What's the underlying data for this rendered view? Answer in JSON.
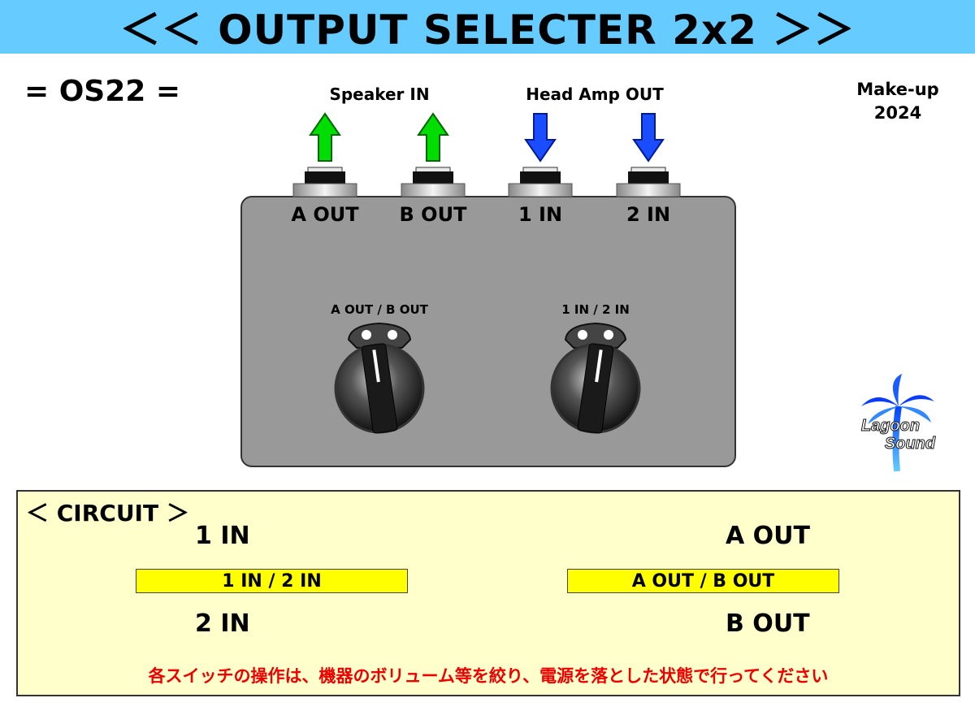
{
  "header": {
    "title": "＜＜ OUTPUT SELECTER 2x2 ＞＞"
  },
  "model": "= OS22 =",
  "makeup": {
    "line1": "Make-up",
    "line2": "2024"
  },
  "top_labels": {
    "speaker_in": "Speaker IN",
    "head_amp_out": "Head Amp OUT"
  },
  "jacks": [
    {
      "label": "A OUT",
      "direction": "up",
      "color": "#00dd00"
    },
    {
      "label": "B OUT",
      "direction": "up",
      "color": "#00dd00"
    },
    {
      "label": "1 IN",
      "direction": "down",
      "color": "#1a4dff"
    },
    {
      "label": "2 IN",
      "direction": "down",
      "color": "#1a4dff"
    }
  ],
  "knobs": [
    {
      "label": "A OUT / B OUT"
    },
    {
      "label": "1 IN / 2 IN"
    }
  ],
  "logo": {
    "line1": "Lagoon",
    "line2": "Sound",
    "icon": "palm-tree-icon"
  },
  "circuit": {
    "title": "＜ CIRCUIT ＞",
    "in1": "1 IN",
    "in2": "2 IN",
    "switch_in": "1 IN / 2 IN",
    "switch_out": "A OUT / B OUT",
    "out_a": "A OUT",
    "out_b": "B OUT",
    "note": "各スイッチの操作は、機器のボリューム等を絞り、電源を落とした状態で行ってください"
  },
  "colors": {
    "banner": "#66ccff",
    "enclosure": "#999999",
    "green_arrow": "#00dd00",
    "blue_arrow": "#1a4dff",
    "circuit_bg": "#ffffcc",
    "switch_box": "#ffff00",
    "note": "#ee0000"
  }
}
